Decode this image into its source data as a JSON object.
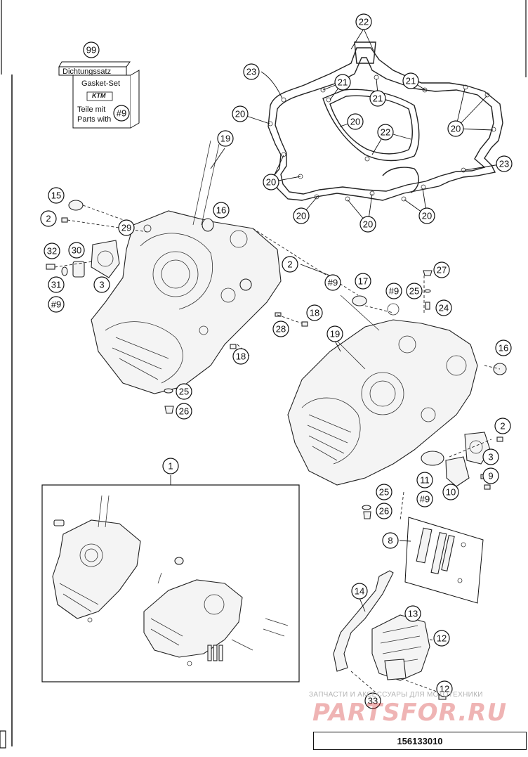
{
  "gasket_set_box": {
    "top_label": "Dichtungssatz",
    "line1": "Gasket-Set",
    "line2": "Teile mit",
    "line3": "Parts with",
    "callout": "99",
    "ref": "#9",
    "logo_text": "KTM"
  },
  "callouts": {
    "c1": "1",
    "c2a": "2",
    "c2b": "2",
    "c2c": "2",
    "c3a": "3",
    "c3b": "3",
    "c8": "8",
    "c9": "9",
    "c10": "10",
    "c11": "11",
    "c12a": "12",
    "c12b": "12",
    "c13": "13",
    "c14": "14",
    "c15": "15",
    "c16a": "16",
    "c16b": "16",
    "c17": "17",
    "c18a": "18",
    "c18b": "18",
    "c19a": "19",
    "c19b": "19",
    "c20a": "20",
    "c20b": "20",
    "c20c": "20",
    "c20d": "20",
    "c20e": "20",
    "c20f": "20",
    "c20g": "20",
    "c21a": "21",
    "c21b": "21",
    "c21c": "21",
    "c22a": "22",
    "c22b": "22",
    "c23a": "23",
    "c23b": "23",
    "c24": "24",
    "c25a": "25",
    "c25b": "25",
    "c25c": "25",
    "c26a": "26",
    "c26b": "26",
    "c27": "27",
    "c28": "28",
    "c29": "29",
    "c30": "30",
    "c31": "31",
    "c32": "32",
    "c33": "33",
    "ref9a": "#9",
    "ref9b": "#9",
    "ref9c": "#9",
    "ref9d": "#9"
  },
  "footer": {
    "document_number": "156133010"
  },
  "watermark": {
    "top_text": "ЗАПЧАСТИ И АКСЕССУАРЫ ДЛЯ МОТОТЕХНИКИ",
    "brand": "PARTSFOR.RU",
    "brand_color": "#d22828"
  }
}
